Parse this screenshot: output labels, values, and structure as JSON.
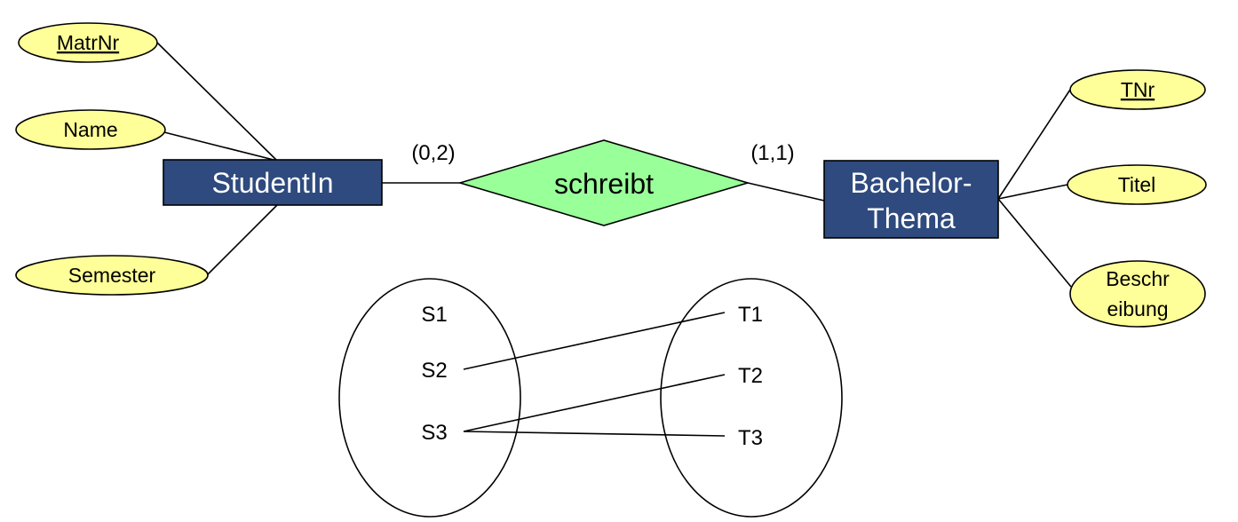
{
  "entities": {
    "student": {
      "label": "StudentIn"
    },
    "thema": {
      "line1": "Bachelor-",
      "line2": "Thema"
    }
  },
  "relationship": {
    "label": "schreibt"
  },
  "cardinalities": {
    "student_side": "(0,2)",
    "thema_side": "(1,1)"
  },
  "attributes": {
    "student": [
      {
        "label": "MatrNr",
        "key": true
      },
      {
        "label": "Name",
        "key": false
      },
      {
        "label": "Semester",
        "key": false
      }
    ],
    "thema": [
      {
        "label": "TNr",
        "key": true
      },
      {
        "label": "Titel",
        "key": false
      },
      {
        "line1": "Beschr",
        "line2": "eibung",
        "key": false
      }
    ]
  },
  "instances": {
    "students": [
      "S1",
      "S2",
      "S3"
    ],
    "themes": [
      "T1",
      "T2",
      "T3"
    ],
    "links": [
      [
        "S2",
        "T1"
      ],
      [
        "S3",
        "T2"
      ],
      [
        "S3",
        "T3"
      ]
    ]
  },
  "colors": {
    "entity_fill": "#2e4a7e",
    "entity_text": "#ffffff",
    "attribute_fill": "#ffff99",
    "relationship_fill": "#99ff99",
    "stroke": "#000000"
  }
}
